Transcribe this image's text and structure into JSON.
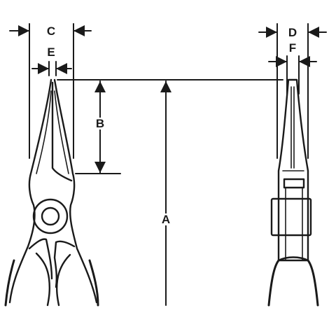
{
  "diagram": {
    "labels": {
      "A": "A",
      "B": "B",
      "C": "C",
      "D": "D",
      "E": "E",
      "F": "F"
    },
    "colors": {
      "ink": "#1a1a1a",
      "background": "#ffffff"
    }
  }
}
